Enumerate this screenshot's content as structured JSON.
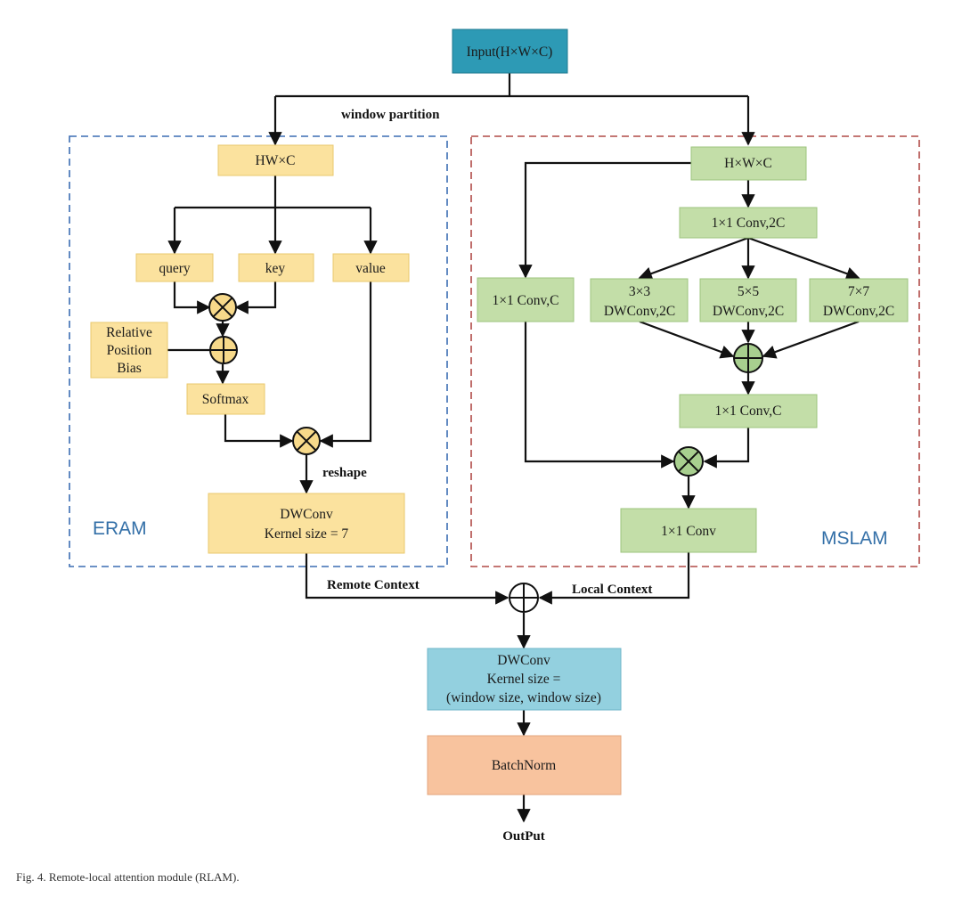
{
  "input": "Input(H×W×C)",
  "window_partition": "window partition",
  "eram": {
    "label": "ERAM",
    "hwc": "HW×C",
    "query": "query",
    "key": "key",
    "value": "value",
    "rpb": [
      "Relative",
      "Position",
      "Bias"
    ],
    "softmax": "Softmax",
    "reshape": "reshape",
    "dwconv": [
      "DWConv",
      "Kernel size = 7"
    ]
  },
  "mslam": {
    "label": "MSLAM",
    "hwc": "H×W×C",
    "conv2c": "1×1 Conv,2C",
    "conv_left": "1×1 Conv,C",
    "dw3": [
      "3×3",
      "DWConv,2C"
    ],
    "dw5": [
      "5×5",
      "DWConv,2C"
    ],
    "dw7": [
      "7×7",
      "DWConv,2C"
    ],
    "convc": "1×1 Conv,C",
    "conv_final": "1×1 Conv"
  },
  "remote_context": "Remote Context",
  "local_context": "Local Context",
  "dwconv_final": [
    "DWConv",
    "Kernel size =",
    "(window size, window size)"
  ],
  "batchnorm": "BatchNorm",
  "output": "OutPut",
  "caption": "Fig. 4.  Remote-local attention module (RLAM).",
  "colors": {
    "eram_box": "#fbe29e",
    "mslam_box": "#c3dea8",
    "input_box": "#2d9ab5",
    "dwconv_box": "#93d0df",
    "batchnorm_box": "#f8c39e",
    "eram_border": "#3b6db3",
    "mslam_border": "#b04a47"
  }
}
